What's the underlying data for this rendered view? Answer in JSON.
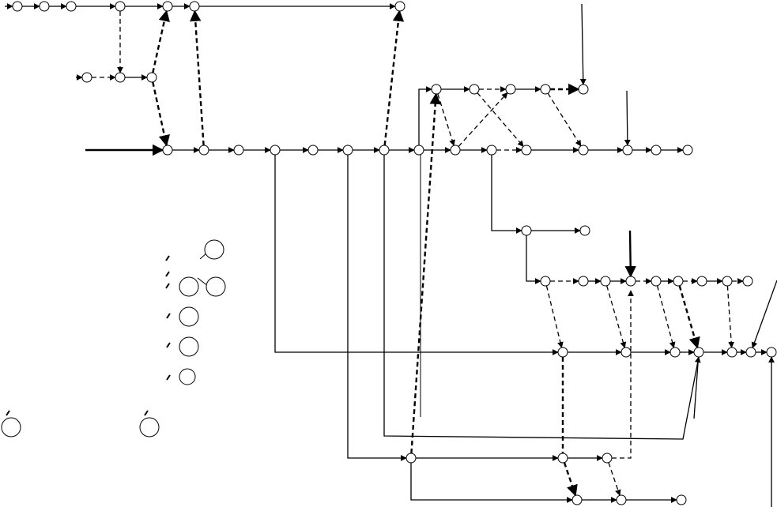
{
  "diagram": {
    "type": "network-activity-diagram",
    "edge_styles": [
      "solid",
      "dashed"
    ]
  }
}
